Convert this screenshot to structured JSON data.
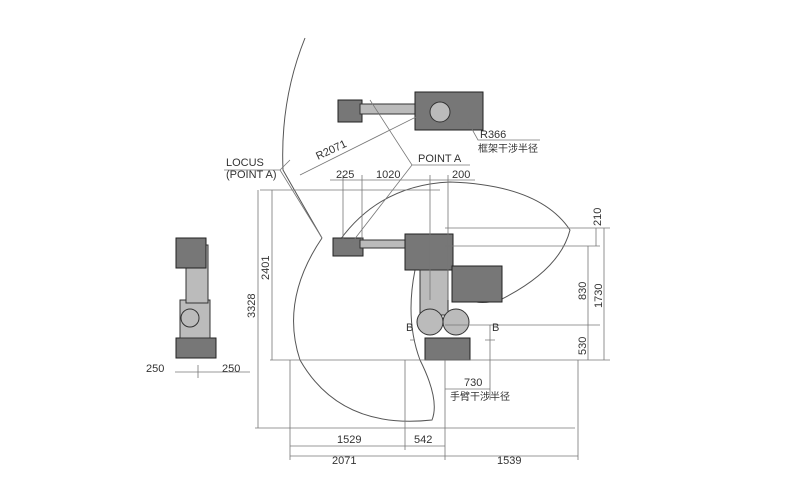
{
  "labels": {
    "locus_line1": "LOCUS",
    "locus_line2": "(POINT A)",
    "point_a": "POINT A",
    "r2071": "R2071",
    "r366": "R366",
    "frame_radius": "框架干涉半径",
    "arm_radius": "手臂干涉半径",
    "section_b_left": "B",
    "section_b_right": "B"
  },
  "dimensions": {
    "d225": "225",
    "d1020": "1020",
    "d200": "200",
    "d210": "210",
    "d830": "830",
    "d1730": "1730",
    "d530": "530",
    "d2401": "2401",
    "d3328": "3328",
    "d250_left": "250",
    "d250_right": "250",
    "d730": "730",
    "d1529": "1529",
    "d542": "542",
    "d2071": "2071",
    "d1539": "1539"
  }
}
